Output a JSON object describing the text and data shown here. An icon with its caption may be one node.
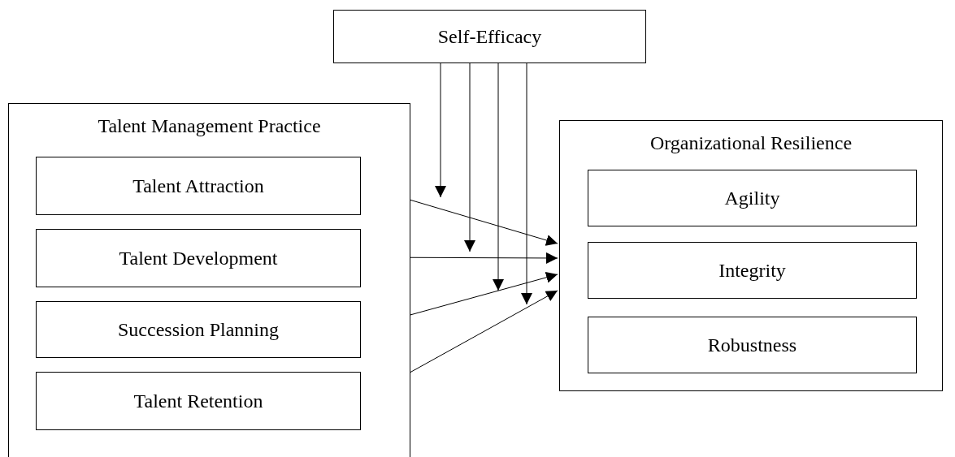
{
  "diagram": {
    "nodes": [
      {
        "text": [
          "Self-Efficacy"
        ]
      },
      {
        "text": [
          "Talent Management Practice"
        ]
      },
      {
        "text": [
          "Talent Attraction"
        ],
        "in": 1
      },
      {
        "text": [
          "Talent Development"
        ],
        "in": 1
      },
      {
        "text": [
          "Succession Planning"
        ],
        "in": 1
      },
      {
        "text": [
          "Talent Retention"
        ],
        "in": 1
      },
      {
        "text": [
          "Organizational Resilience"
        ]
      },
      {
        "text": [
          "Agility"
        ],
        "in": 6
      },
      {
        "text": [
          "Integrity"
        ],
        "in": 6
      },
      {
        "text": [
          "Robustness"
        ],
        "in": 6
      }
    ],
    "edges": [
      {
        "from": 2,
        "to": 6,
        "arrow": "to"
      },
      {
        "from": 3,
        "to": 6,
        "arrow": "to"
      },
      {
        "from": 4,
        "to": 6,
        "arrow": "to"
      },
      {
        "from": 5,
        "to": 6,
        "arrow": "to"
      },
      {
        "from": 0,
        "to": null,
        "arrow": "to"
      },
      {
        "from": 0,
        "to": null,
        "arrow": "to"
      },
      {
        "from": 0,
        "to": null,
        "arrow": "to"
      },
      {
        "from": 0,
        "to": null,
        "arrow": "to"
      }
    ]
  }
}
